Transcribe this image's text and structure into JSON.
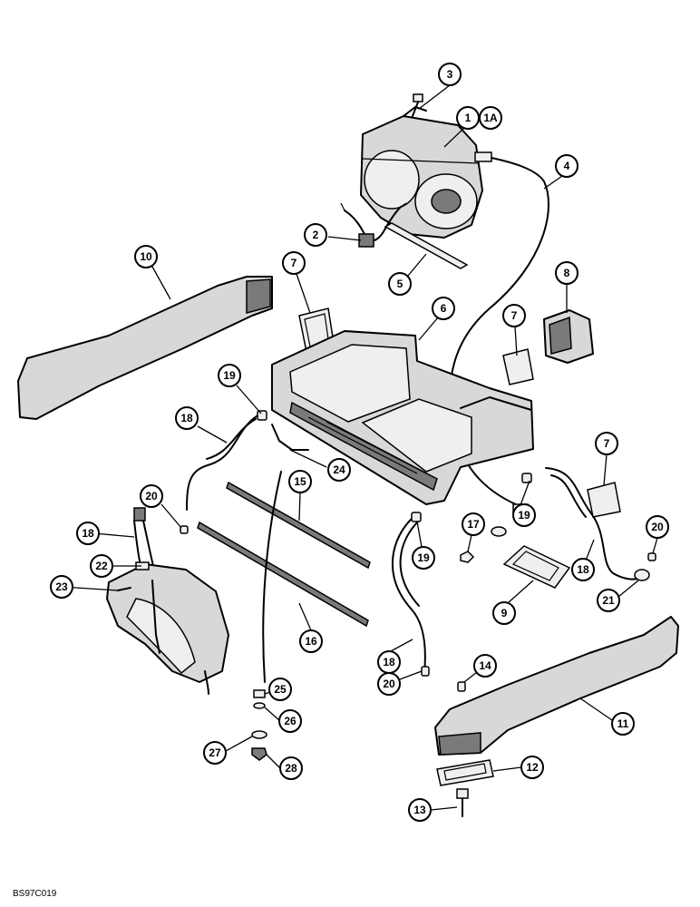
{
  "drawing_code": "BS97C019",
  "callouts": [
    {
      "id": "c3",
      "label": "3"
    },
    {
      "id": "c1",
      "label": "1"
    },
    {
      "id": "c1a",
      "label": "1A"
    },
    {
      "id": "c4",
      "label": "4"
    },
    {
      "id": "c2",
      "label": "2"
    },
    {
      "id": "c5",
      "label": "5"
    },
    {
      "id": "c10",
      "label": "10"
    },
    {
      "id": "c7a",
      "label": "7"
    },
    {
      "id": "c8",
      "label": "8"
    },
    {
      "id": "c6",
      "label": "6"
    },
    {
      "id": "c7b",
      "label": "7"
    },
    {
      "id": "c19a",
      "label": "19"
    },
    {
      "id": "c18a",
      "label": "18"
    },
    {
      "id": "c24",
      "label": "24"
    },
    {
      "id": "c7c",
      "label": "7"
    },
    {
      "id": "c15",
      "label": "15"
    },
    {
      "id": "c20a",
      "label": "20"
    },
    {
      "id": "c19b",
      "label": "19"
    },
    {
      "id": "c17",
      "label": "17"
    },
    {
      "id": "c18b",
      "label": "18"
    },
    {
      "id": "c22",
      "label": "22"
    },
    {
      "id": "c20b",
      "label": "20"
    },
    {
      "id": "c19c",
      "label": "19"
    },
    {
      "id": "c23",
      "label": "23"
    },
    {
      "id": "c18c",
      "label": "18"
    },
    {
      "id": "c21",
      "label": "21"
    },
    {
      "id": "c9",
      "label": "9"
    },
    {
      "id": "c16",
      "label": "16"
    },
    {
      "id": "c18d",
      "label": "18"
    },
    {
      "id": "c14",
      "label": "14"
    },
    {
      "id": "c25",
      "label": "25"
    },
    {
      "id": "c20c",
      "label": "20"
    },
    {
      "id": "c11",
      "label": "11"
    },
    {
      "id": "c26",
      "label": "26"
    },
    {
      "id": "c27",
      "label": "27"
    },
    {
      "id": "c12",
      "label": "12"
    },
    {
      "id": "c28",
      "label": "28"
    },
    {
      "id": "c13",
      "label": "13"
    }
  ]
}
